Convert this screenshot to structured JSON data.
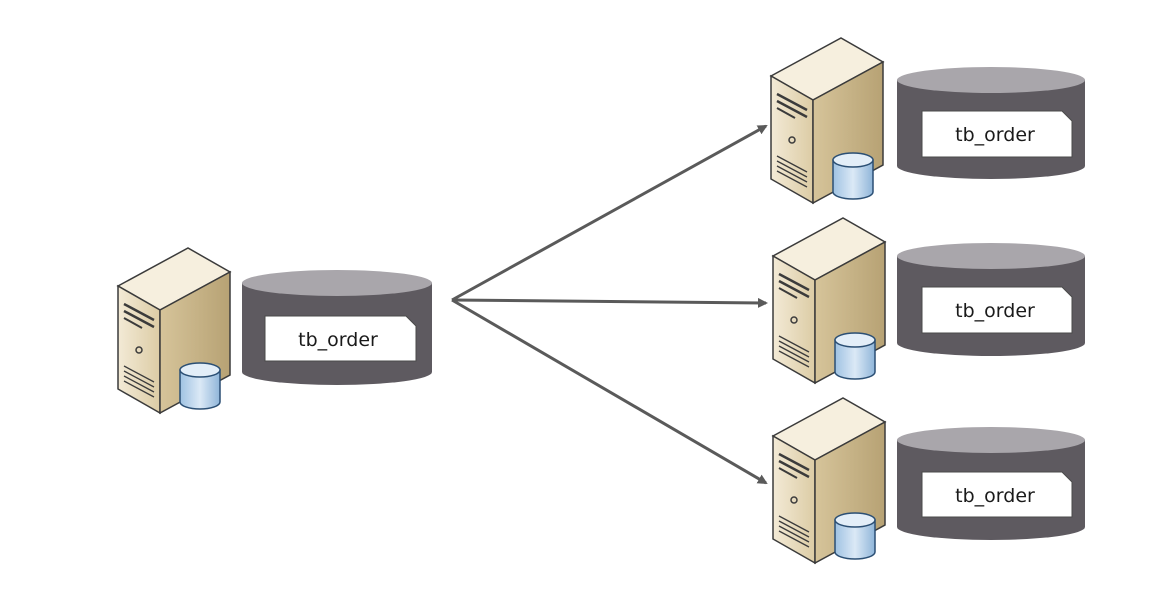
{
  "diagram": {
    "source": {
      "table_label": "tb_order"
    },
    "targets": [
      {
        "table_label": "tb_order"
      },
      {
        "table_label": "tb_order"
      },
      {
        "table_label": "tb_order"
      }
    ]
  },
  "colors": {
    "arrow": "#5a5a5a",
    "cylinder_body": "#5e5a60",
    "cylinder_top": "#a9a6ab",
    "server_front": "#e8dcc0",
    "server_side": "#c9b88f",
    "db_icon": "#b8d2ea"
  },
  "icons": {
    "server": "server-icon",
    "database": "database-icon"
  }
}
